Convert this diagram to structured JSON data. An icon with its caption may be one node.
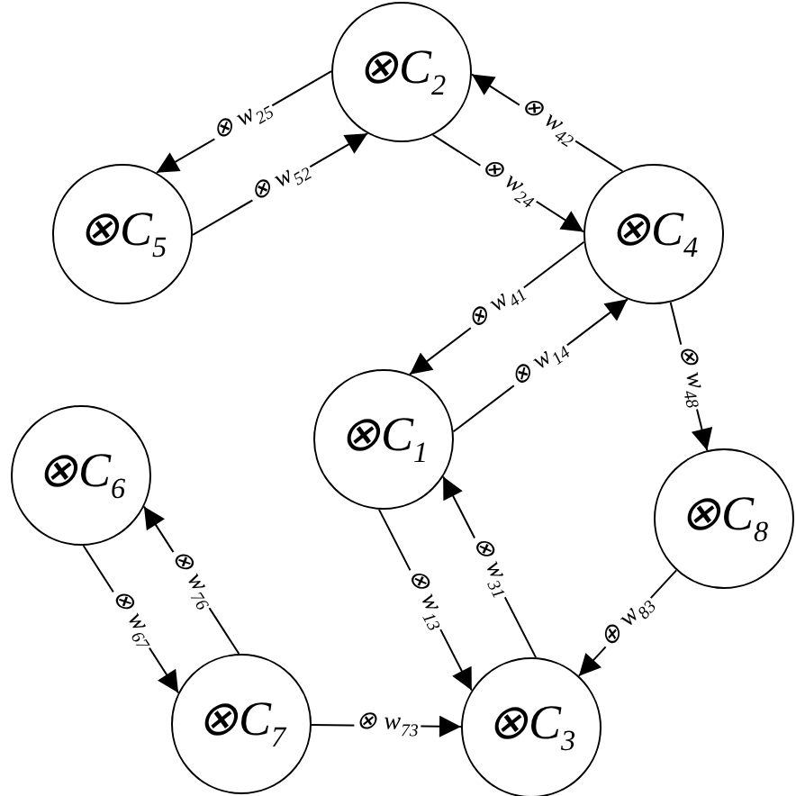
{
  "diagram": {
    "nodes": [
      {
        "text": [
          "⊗C$_{2}$"
        ]
      },
      {
        "text": [
          "⊗C$_{5}$"
        ]
      },
      {
        "text": [
          "⊗C$_{4}$"
        ]
      },
      {
        "text": [
          "⊗C$_{1}$"
        ]
      },
      {
        "text": [
          "⊗C$_{6}$"
        ]
      },
      {
        "text": [
          "⊗C$_{8}$"
        ]
      },
      {
        "text": [
          "⊗C$_{7}$"
        ]
      },
      {
        "text": [
          "⊗C$_{3}$"
        ]
      }
    ],
    "edges": [
      {
        "from": 1,
        "to": 0,
        "arrow": "to",
        "label": "⊗ w$_{52}$"
      },
      {
        "from": 0,
        "to": 1,
        "arrow": "to",
        "label": "⊗ w$_{25}$"
      },
      {
        "from": 0,
        "to": 2,
        "arrow": "to",
        "label": "⊗ w$_{24}$"
      },
      {
        "from": 2,
        "to": 0,
        "arrow": "to",
        "label": "⊗ w$_{42}$"
      },
      {
        "from": 2,
        "to": 3,
        "arrow": "to",
        "label": "⊗ w$_{41}$"
      },
      {
        "from": 3,
        "to": 2,
        "arrow": "to",
        "label": "⊗ w$_{14}$"
      },
      {
        "from": 2,
        "to": 5,
        "arrow": "to",
        "label": "⊗ w$_{48}$"
      },
      {
        "from": 3,
        "to": 7,
        "arrow": "to",
        "label": "⊗ w$_{13}$"
      },
      {
        "from": 7,
        "to": 3,
        "arrow": "to",
        "label": "⊗ w$_{31}$"
      },
      {
        "from": 5,
        "to": 7,
        "arrow": "to",
        "label": "⊕ w$_{83}$"
      },
      {
        "from": 4,
        "to": 6,
        "arrow": "to",
        "label": "⊗ w$_{67}$"
      },
      {
        "from": 6,
        "to": 4,
        "arrow": "to",
        "label": "⊗ w$_{76}$"
      },
      {
        "from": 6,
        "to": 7,
        "arrow": "to",
        "label": "⊗ w$_{73}$"
      }
    ]
  }
}
